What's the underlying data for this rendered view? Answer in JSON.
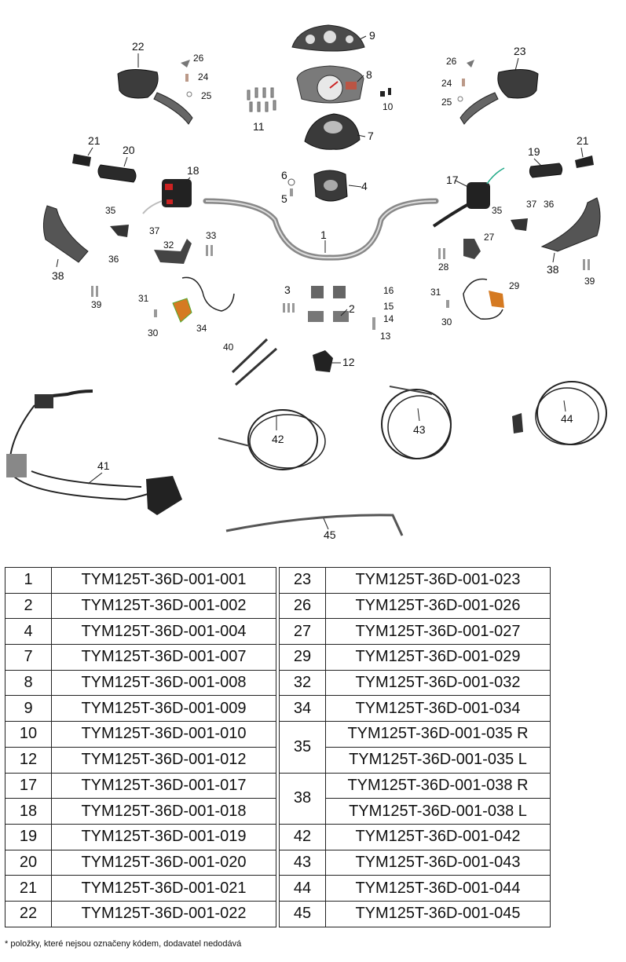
{
  "diagram": {
    "callouts": {
      "c1": "1",
      "c2": "2",
      "c3": "3",
      "c4": "4",
      "c5": "5",
      "c6": "6",
      "c7": "7",
      "c8": "8",
      "c9": "9",
      "c10": "10",
      "c11": "11",
      "c12": "12",
      "c13": "13",
      "c14": "14",
      "c15": "15",
      "c16": "16",
      "c17": "17",
      "c18": "18",
      "c19": "19",
      "c20": "20",
      "c21": "21",
      "c22": "22",
      "c23": "23",
      "c24": "24",
      "c25": "25",
      "c26": "26",
      "c27": "27",
      "c28": "28",
      "c29": "29",
      "c30": "30",
      "c31": "31",
      "c32": "32",
      "c33": "33",
      "c34": "34",
      "c35": "35",
      "c36": "36",
      "c37": "37",
      "c38": "38",
      "c39": "39",
      "c40": "40",
      "c41": "41",
      "c42": "42",
      "c43": "43",
      "c44": "44",
      "c45": "45"
    }
  },
  "table": {
    "left": [
      {
        "num": "1",
        "code": "TYM125T-36D-001-001"
      },
      {
        "num": "2",
        "code": "TYM125T-36D-001-002"
      },
      {
        "num": "4",
        "code": "TYM125T-36D-001-004"
      },
      {
        "num": "7",
        "code": "TYM125T-36D-001-007"
      },
      {
        "num": "8",
        "code": "TYM125T-36D-001-008"
      },
      {
        "num": "9",
        "code": "TYM125T-36D-001-009"
      },
      {
        "num": "10",
        "code": "TYM125T-36D-001-010"
      },
      {
        "num": "12",
        "code": "TYM125T-36D-001-012"
      },
      {
        "num": "17",
        "code": "TYM125T-36D-001-017"
      },
      {
        "num": "18",
        "code": "TYM125T-36D-001-018"
      },
      {
        "num": "19",
        "code": "TYM125T-36D-001-019"
      },
      {
        "num": "20",
        "code": "TYM125T-36D-001-020"
      },
      {
        "num": "21",
        "code": "TYM125T-36D-001-021"
      },
      {
        "num": "22",
        "code": "TYM125T-36D-001-022"
      }
    ],
    "right": [
      {
        "num": "23",
        "code": "TYM125T-36D-001-023"
      },
      {
        "num": "26",
        "code": "TYM125T-36D-001-026"
      },
      {
        "num": "27",
        "code": "TYM125T-36D-001-027"
      },
      {
        "num": "29",
        "code": "TYM125T-36D-001-029"
      },
      {
        "num": "32",
        "code": "TYM125T-36D-001-032"
      },
      {
        "num": "34",
        "code": "TYM125T-36D-001-034"
      },
      {
        "num": "35",
        "code": "TYM125T-36D-001-035 R",
        "code2": "TYM125T-36D-001-035 L"
      },
      {
        "num": "38",
        "code": "TYM125T-36D-001-038 R",
        "code2": "TYM125T-36D-001-038 L"
      },
      {
        "num": "42",
        "code": "TYM125T-36D-001-042"
      },
      {
        "num": "43",
        "code": "TYM125T-36D-001-043"
      },
      {
        "num": "44",
        "code": "TYM125T-36D-001-044"
      },
      {
        "num": "45",
        "code": "TYM125T-36D-001-045"
      }
    ]
  },
  "footnote": "* položky, které nejsou označeny kódem, dodavatel nedodává"
}
